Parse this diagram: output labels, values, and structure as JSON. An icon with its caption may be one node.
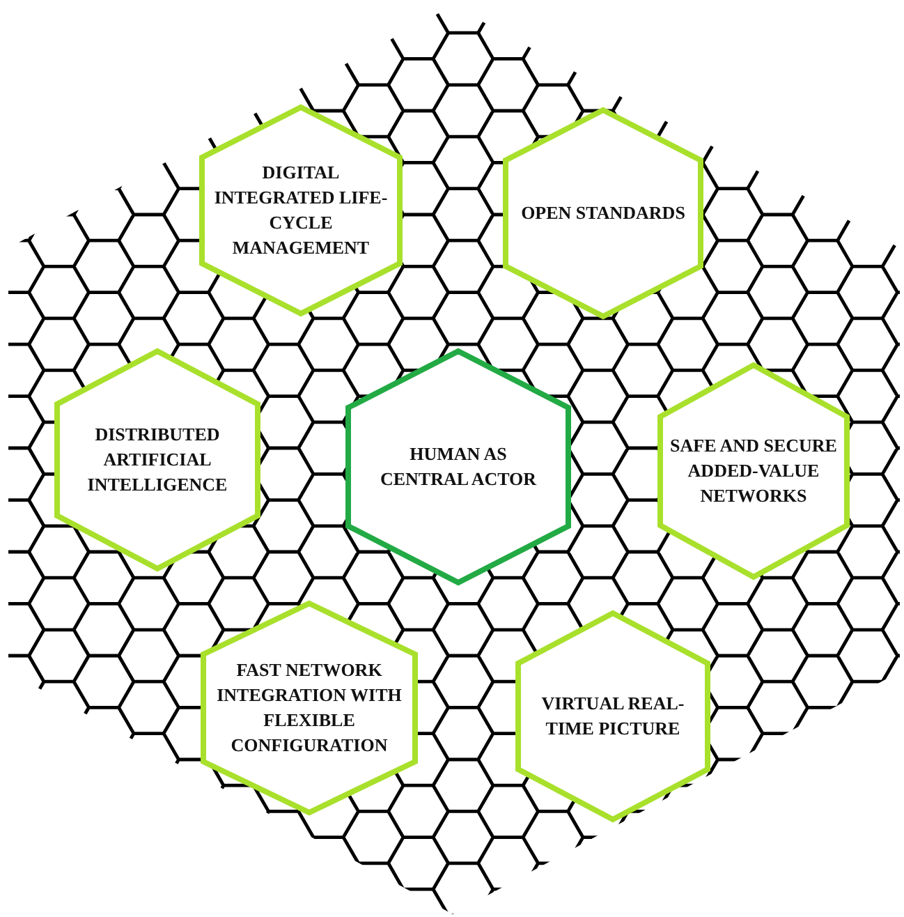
{
  "diagram": {
    "nodes": [
      {
        "text": [
          "DIGITAL INTEGRATED LIFE-CYCLE MANAGEMENT"
        ]
      },
      {
        "text": [
          "OPEN STANDARDS"
        ]
      },
      {
        "text": [
          "DISTRIBUTED ARTIFICIAL INTELLIGENCE"
        ]
      },
      {
        "text": [
          "HUMAN AS CENTRAL ACTOR"
        ]
      },
      {
        "text": [
          "SAFE AND SECURE ADDED-VALUE NETWORKS"
        ]
      },
      {
        "text": [
          "FAST NETWORK INTEGRATION WITH FLEXIBLE CONFIGURATION"
        ]
      },
      {
        "text": [
          "VIRTUAL REAL-TIME PICTURE"
        ]
      }
    ]
  }
}
